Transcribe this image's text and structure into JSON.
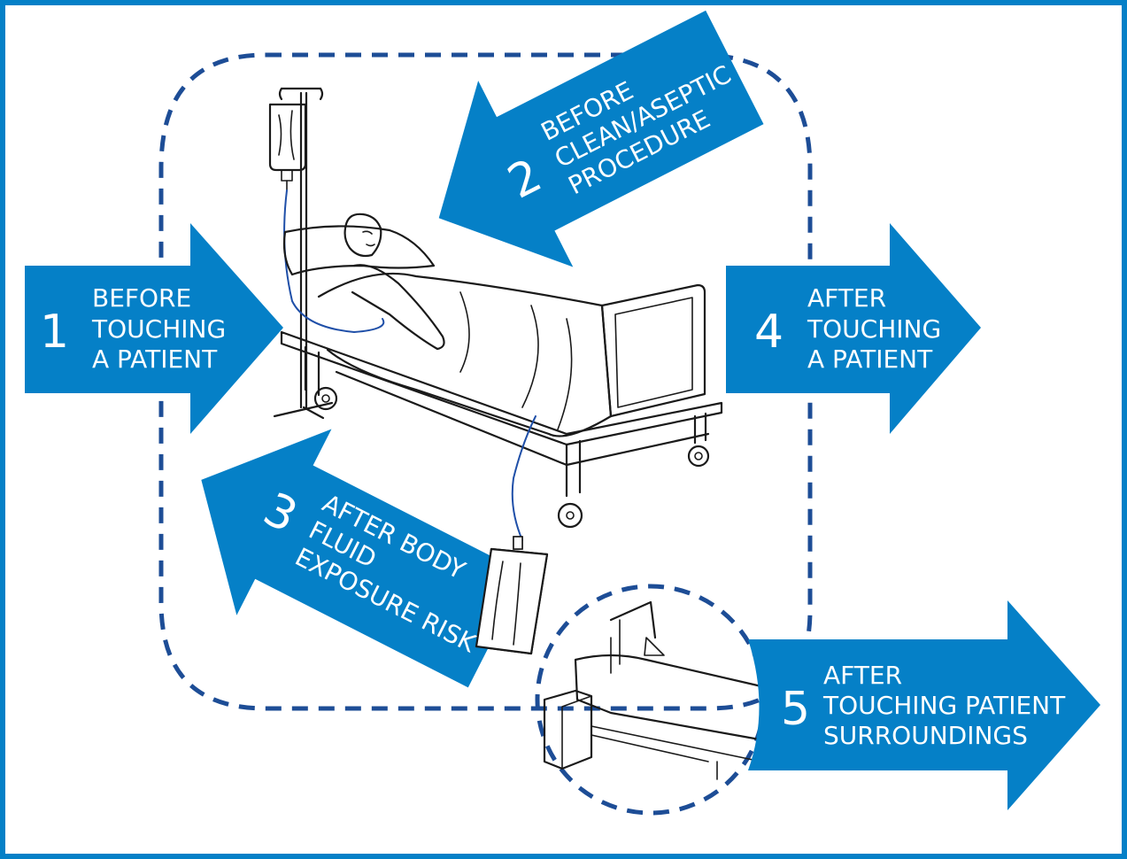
{
  "colors": {
    "arrow": "#0580c7",
    "frame": "#0580c7",
    "dashed": "#1d4d96",
    "tubing": "#1f4fa8"
  },
  "moments": [
    {
      "number": "1",
      "lines": [
        "BEFORE",
        "TOUCHING",
        "A PATIENT"
      ]
    },
    {
      "number": "2",
      "lines": [
        "BEFORE",
        "CLEAN/ASEPTIC",
        "PROCEDURE"
      ]
    },
    {
      "number": "3",
      "lines": [
        "AFTER BODY",
        "FLUID",
        "EXPOSURE RISK"
      ]
    },
    {
      "number": "4",
      "lines": [
        "AFTER",
        "TOUCHING",
        "A PATIENT"
      ]
    },
    {
      "number": "5",
      "lines": [
        "AFTER",
        "TOUCHING PATIENT",
        "SURROUNDINGS"
      ]
    }
  ],
  "icons": {
    "patient_zone": "hospital-bed-with-patient-illustration",
    "surroundings": "bedside-cabinet-and-bed-illustration"
  }
}
